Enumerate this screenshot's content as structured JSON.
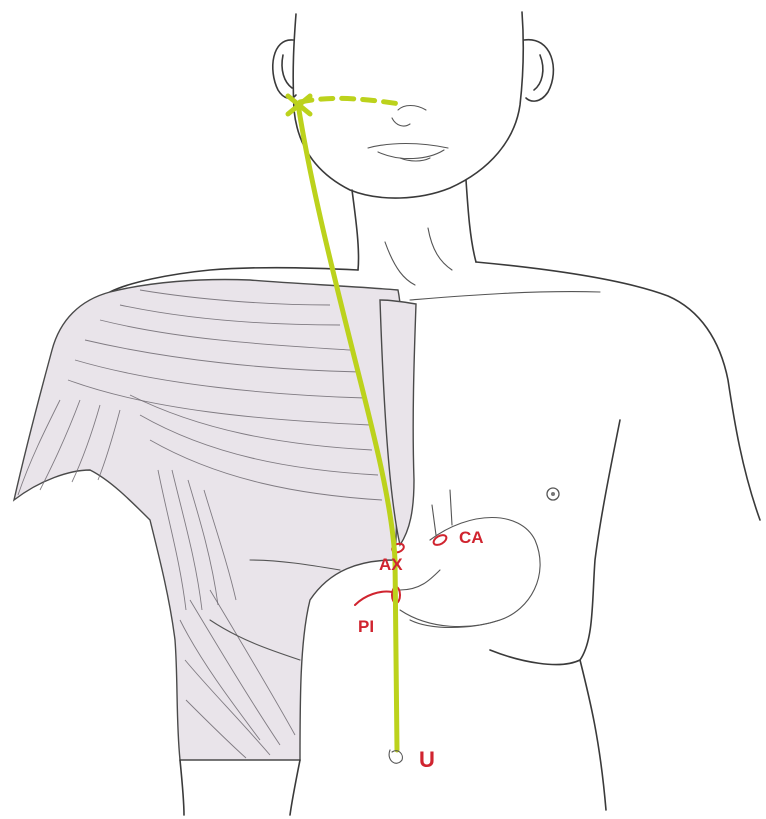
{
  "labels": {
    "ca": "CA",
    "ax": "AX",
    "pi": "PI",
    "u": "U"
  },
  "colors": {
    "guide_line": "#bcd21c",
    "annotation": "#d0242f",
    "muscle": "#e9e4ea",
    "ink": "#3a3a3a"
  },
  "icons": {
    "entry_mark": "x-mark-icon",
    "umbilicus": "umbilicus-icon",
    "nipple": "nipple-icon"
  }
}
